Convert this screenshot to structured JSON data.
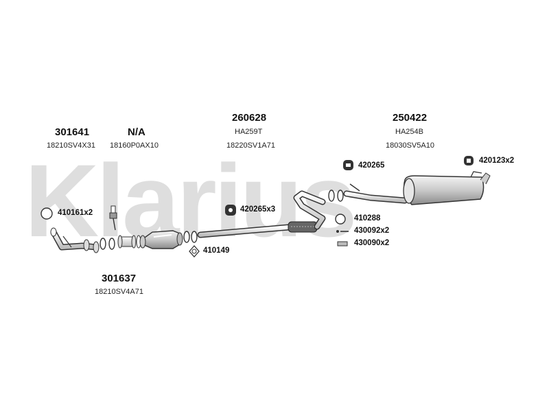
{
  "watermark": "Klarius",
  "assemblies": [
    {
      "number": "301641",
      "oe": "18210SV4X31"
    },
    {
      "number": "N/A",
      "oe": "18160P0AX10"
    },
    {
      "number": "260628",
      "oe_a": "HA259T",
      "oe_b": "18220SV1A71"
    },
    {
      "number": "250422",
      "oe_a": "HA254B",
      "oe_b": "18030SV5A10"
    },
    {
      "number": "301637",
      "oe": "18210SV4A71"
    }
  ],
  "parts": [
    {
      "label": "410161x2",
      "icon": "gasket-ring-icon"
    },
    {
      "label": "420265x3",
      "icon": "rubber-hanger-icon"
    },
    {
      "label": "410149",
      "icon": "flange-gasket-icon"
    },
    {
      "label": "420265",
      "icon": "rubber-hanger-icon"
    },
    {
      "label": "410288",
      "icon": "gasket-ring-icon"
    },
    {
      "label": "430092x2",
      "icon": "bolt-icon"
    },
    {
      "label": "430090x2",
      "icon": "spring-icon"
    },
    {
      "label": "420123x2",
      "icon": "rubber-hanger-icon"
    }
  ]
}
